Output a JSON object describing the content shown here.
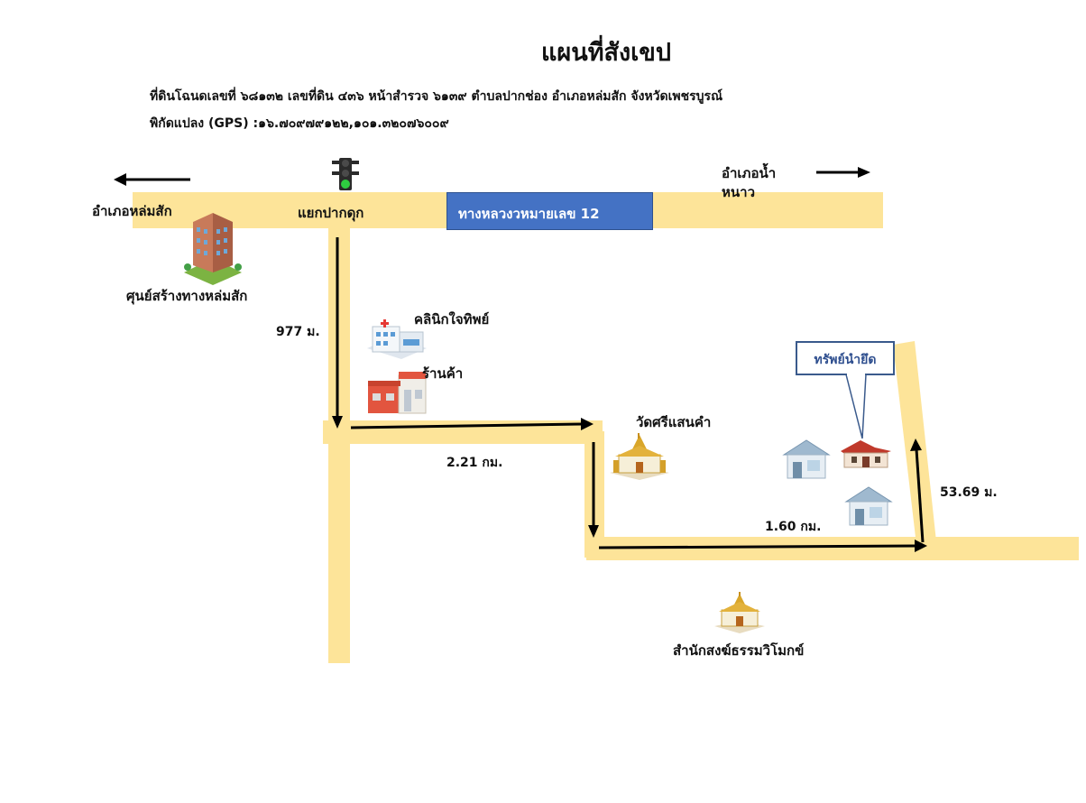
{
  "map": {
    "title": "แผนที่สังเขป",
    "deed_line": "ที่ดินโฉนดเลขที่ ๖๘๑๓๒ เลขที่ดิน ๔๓๖ หน้าสำรวจ ๖๑๓๙ ตำบลปากช่อง อำเภอหล่มสัก จังหวัดเพชรบูรณ์",
    "gps_line": "พิกัดแปลง (GPS) :๑๖.๗๐๙๗๙๑๒๒,๑๐๑.๓๒๐๗๖๐๐๙"
  },
  "roads": {
    "highway_label": "ทางหลวงวหมายเลข 12",
    "intersection_label": "แยกปากดุก"
  },
  "directions": {
    "left": "อำเภอหล่มสัก",
    "right_line1": "อำเภอน้ำ",
    "right_line2": "หนาว"
  },
  "places": {
    "building": "ศุนย์สร้างทางหล่มสัก",
    "clinic": "คลินิกใจทิพย์",
    "shop": "ร้านค้า",
    "temple1": "วัดศรีแสนคำ",
    "temple2": "สำนักสงฆ์ธรรมวิโมกข์",
    "property": "ทรัพย์นำยึด"
  },
  "distances": {
    "d1": "977 ม.",
    "d2": "2.21 กม.",
    "d3": "1.60 กม.",
    "d4": "53.69 ม."
  },
  "colors": {
    "road": "#fde499",
    "highway_box": "#4472c4",
    "arrow": "#000000",
    "callout_border": "#3a5a8c"
  },
  "icons": [
    "traffic-light-icon",
    "office-building-icon",
    "clinic-icon",
    "shop-icon",
    "temple-icon",
    "house-icon",
    "property-house-icon"
  ]
}
